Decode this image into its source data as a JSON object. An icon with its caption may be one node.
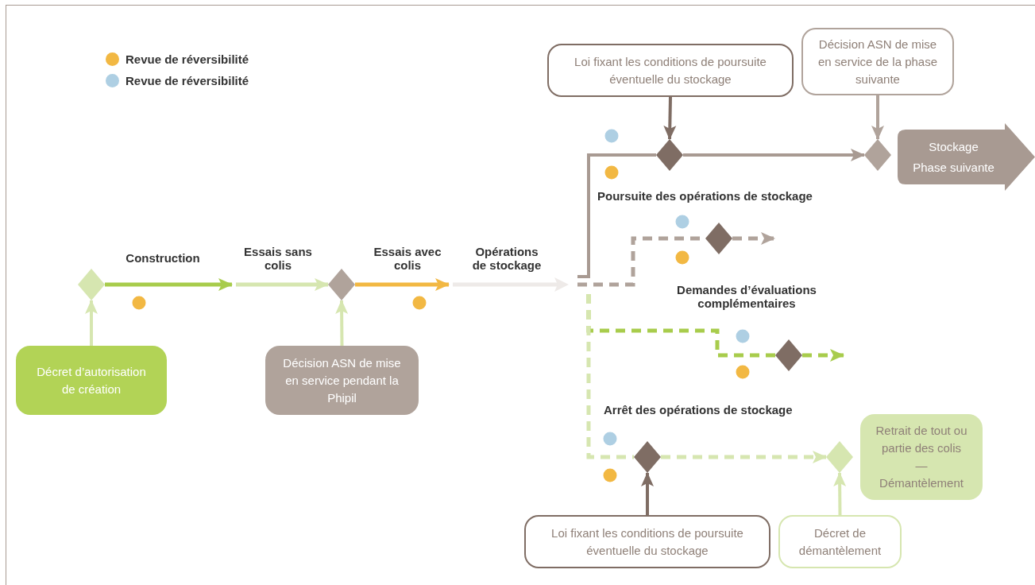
{
  "diagram": {
    "nodes": [
      {
        "text": [],
        "shape": "diamond"
      },
      {
        "text": [],
        "shape": "diamond"
      },
      {
        "text": [
          "Décret d’autorisation de création"
        ]
      },
      {
        "text": [
          "Décision ASN de mise en service pendant la Phipil"
        ]
      },
      {
        "text": [
          "Loi fixant les conditions de poursuite éventuelle du stockage"
        ]
      },
      {
        "text": [
          "Décision ASN de mise en service de la phase suivante"
        ]
      },
      {
        "text": [],
        "shape": "diamond"
      },
      {
        "text": [],
        "shape": "diamond"
      },
      {
        "text": [
          "Stockage",
          "Phase suivante"
        ]
      },
      {
        "text": [],
        "shape": "diamond"
      },
      {
        "text": [],
        "shape": "diamond"
      },
      {
        "text": [],
        "shape": "diamond"
      },
      {
        "text": [],
        "shape": "diamond"
      },
      {
        "text": [
          "Retrait de tout ou partie des colis",
          "—",
          "Démantèlement"
        ]
      },
      {
        "text": [
          "Loi fixant les conditions de poursuite éventuelle du stockage"
        ]
      },
      {
        "text": [
          "Décret de démantèlement"
        ]
      }
    ],
    "edges": [
      {
        "from": 0,
        "to": null,
        "arrow": "to",
        "label": "Construction",
        "color": "#a8cc4c"
      },
      {
        "from": null,
        "to": 1,
        "arrow": "to",
        "label": "Essais sans colis"
      },
      {
        "from": 1,
        "to": null,
        "arrow": "to",
        "label": "Essais avec colis",
        "color": "#f2b843"
      },
      {
        "from": 2,
        "to": 0,
        "arrow": "to"
      },
      {
        "from": 3,
        "to": 1,
        "arrow": "to"
      },
      {
        "from": 4,
        "to": 6,
        "arrow": "to",
        "color": "#7f6d64"
      },
      {
        "from": 5,
        "to": 7,
        "arrow": "to",
        "color": "#b0a39b"
      },
      {
        "from": null,
        "to": 6,
        "arrow": "none",
        "color": "#a89a92"
      },
      {
        "from": 6,
        "to": 7,
        "arrow": "to",
        "color": "#a89a92"
      },
      {
        "from": null,
        "to": 9,
        "arrow": "none",
        "style": "dashed",
        "color": "#b0a39b"
      },
      {
        "from": 9,
        "to": null,
        "arrow": "to",
        "style": "dashed",
        "color": "#b0a39b"
      },
      {
        "from": null,
        "to": 10,
        "arrow": "none",
        "style": "dashed",
        "color": "#a8cc4c"
      },
      {
        "from": 10,
        "to": null,
        "arrow": "to",
        "style": "dashed",
        "color": "#a8cc4c"
      },
      {
        "from": null,
        "to": 11,
        "arrow": "none",
        "style": "dashed"
      },
      {
        "from": 11,
        "to": 12,
        "arrow": "to",
        "style": "dashed"
      },
      {
        "from": 14,
        "to": 11,
        "arrow": "to",
        "color": "#7f6d64"
      },
      {
        "from": 15,
        "to": 12,
        "arrow": "to"
      }
    ],
    "labels": [
      "Poursuite des opérations de stockage",
      "Opérations de stockage",
      "Demandes d’évaluations complémentaires",
      "Arrêt des opérations de stockage"
    ],
    "legend": [
      {
        "text": "Revue de réversibilité",
        "color": "#f2b843"
      },
      {
        "text": "Revue de réversibilité",
        "color": "#aecfe3"
      }
    ]
  }
}
